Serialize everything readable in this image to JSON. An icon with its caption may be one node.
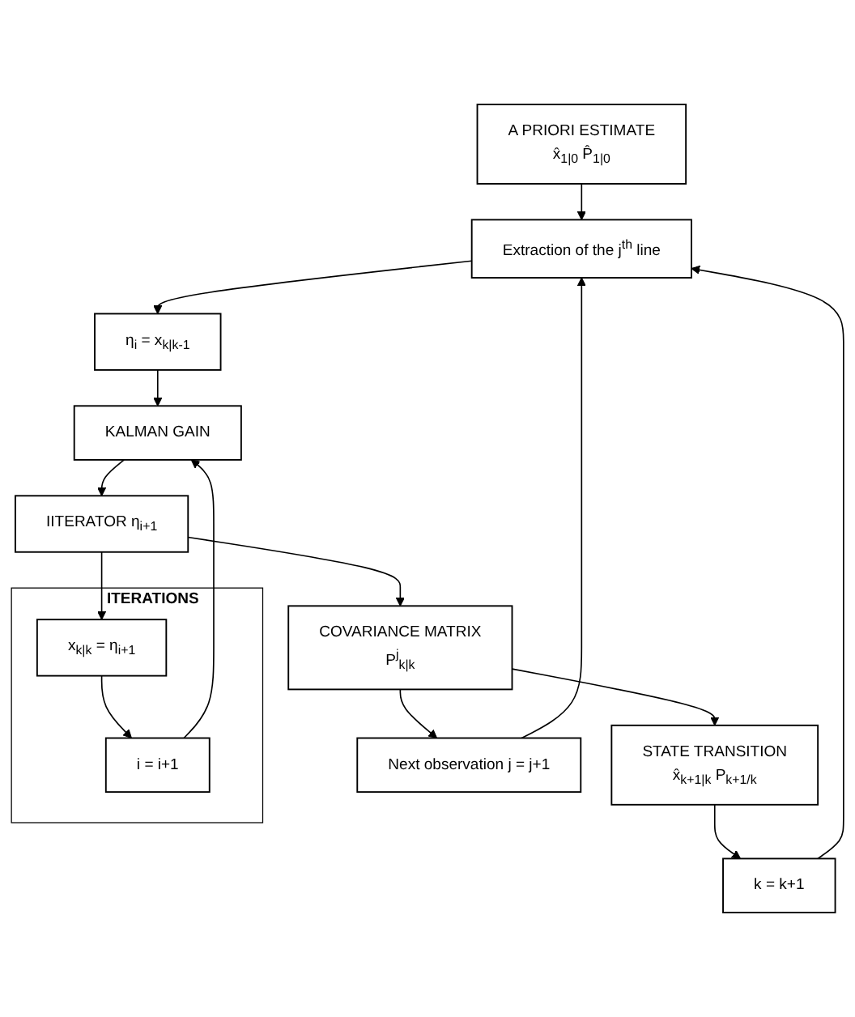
{
  "diagram": {
    "nodes": [
      {
        "text": [
          "A PRIORI ESTIMATE",
          "x̂$_{1|0}$ P̂$_{1|0}$"
        ]
      },
      {
        "text": [
          "Extraction of the j$^{th}$ line"
        ]
      },
      {
        "text": [
          "Next observation j = j+1"
        ]
      },
      {
        "text": [
          "η$_{i}$ = x$_{k|k-1}$"
        ]
      },
      {
        "text": [
          "ITERATIONS"
        ]
      },
      {
        "text": [
          "KALMAN GAIN"
        ]
      },
      {
        "text": [
          "i = i+1"
        ],
        "in": 4
      },
      {
        "text": [
          "IITERATOR η$_{i+1}$"
        ]
      },
      {
        "text": [
          "x$_{k|k}$ = η$_{i+1}$"
        ],
        "in": 4
      },
      {
        "text": [
          "COVARIANCE MATRIX",
          "P$^{j}$$_{k|k}$"
        ]
      },
      {
        "text": [
          "STATE TRANSITION",
          "x̂$_{k+1|k}$ P$_{k+1/k}$"
        ]
      },
      {
        "text": [
          "k = k+1"
        ]
      }
    ],
    "edges": [
      {
        "from": 0,
        "to": 1,
        "arrow": "to"
      },
      {
        "from": 11,
        "to": 1,
        "arrow": "to"
      },
      {
        "from": 2,
        "to": 1,
        "arrow": "to"
      },
      {
        "from": 1,
        "to": 3,
        "arrow": "to"
      },
      {
        "from": 3,
        "to": 5,
        "arrow": "to"
      },
      {
        "from": 6,
        "to": 5,
        "arrow": "to"
      },
      {
        "from": 5,
        "to": 7,
        "arrow": "to"
      },
      {
        "from": 7,
        "to": 8,
        "arrow": "to"
      },
      {
        "from": 8,
        "to": 6,
        "arrow": "to"
      },
      {
        "from": 7,
        "to": 9,
        "arrow": "to"
      },
      {
        "from": 9,
        "to": 2,
        "arrow": "to"
      },
      {
        "from": 9,
        "to": 10,
        "arrow": "to"
      },
      {
        "from": 10,
        "to": 11,
        "arrow": "to"
      }
    ]
  }
}
